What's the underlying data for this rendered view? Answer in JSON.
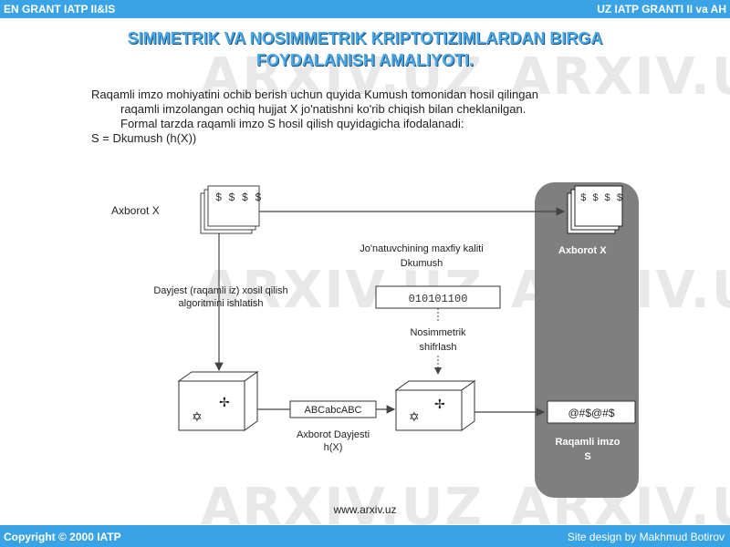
{
  "header": {
    "left": "EN GRANT IATP II&IS",
    "right": "UZ  IATP GRANTI II va AH"
  },
  "title": {
    "line1": "SIMMETRIK VA NOSIMMETRIK KRIPTOTIZIMLARDAN BIRGA",
    "line2": "FOYDALANISH AMALIYOTI."
  },
  "body": {
    "line1": "Raqamli imzo mohiyatini ochib berish uchun quyida Kumush tomonidan hosil qilingan",
    "line2": "raqamli imzolangan ochiq hujjat X jo'natishni ko'rib chiqish bilan cheklanilgan.",
    "line3": "Formal tarzda raqamli imzo S hosil qilish quyidagicha ifodalanadi:",
    "line4": "S  = Dkumush (h(X))"
  },
  "diagram": {
    "axborot_left": "Axborot   X",
    "axborot_right": "Axborot  X",
    "sender_key_line1": "Jo'natuvchining maxfiy kaliti",
    "sender_key_line2": "Dkumush",
    "key_bits": "010101100",
    "nosim_line1": "Nosimmetrik",
    "nosim_line2": "shifrlash",
    "hash_algo_line1": "Dayjest (raqamli iz) xosil qilish",
    "hash_algo_line2": "algoritmini ishlatish",
    "digest_value": "ABCabcABC",
    "digest_label_line1": "Axborot Dayjesti",
    "digest_label_line2": "h(X)",
    "signature_value": "@#$@#$",
    "signature_label_line1": "Raqamli imzo",
    "signature_label_line2": "S",
    "doc_glyphs": "$ $ $ $"
  },
  "watermarks": [
    "ARXIV.UZ",
    "ARXIV.UZ",
    "ARXIV.UZ",
    "ARXIV.UZ",
    "ARXIV.UZ",
    "ARXIV.UZ"
  ],
  "footer": {
    "url": "www.arxiv.uz",
    "copyright": "Copyright © 2000 IATP",
    "design": "Site design by Makhmud Botirov"
  }
}
